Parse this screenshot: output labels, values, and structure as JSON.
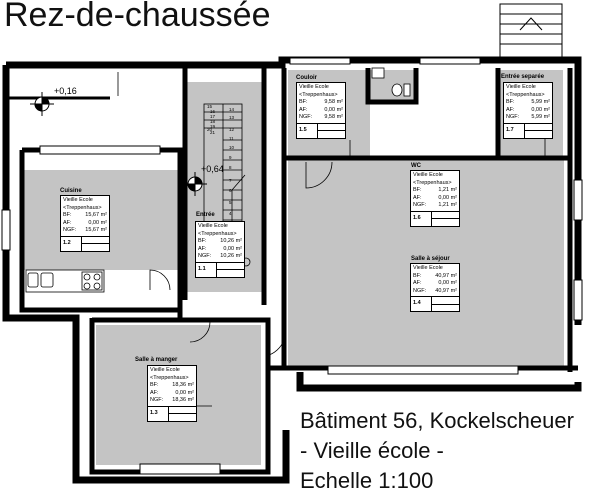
{
  "title": "Rez-de-chaussée",
  "caption": {
    "line1": "Bâtiment 56, Kockelscheuer",
    "line2": "- Vieille école -",
    "line3": "Echelle 1:100"
  },
  "levels": {
    "left": "+0,16",
    "center": "+0,64"
  },
  "stair_steps": [
    "15",
    "14",
    "13",
    "12",
    "11",
    "10",
    "9",
    "8",
    "7",
    "6",
    "5",
    "4",
    "3",
    "2",
    "1",
    "16",
    "17",
    "18",
    "19",
    "20",
    "21"
  ],
  "rooms": [
    {
      "name": "Couloir",
      "line1": "Vieille Ecole",
      "line2": "<Treppenhaus>",
      "bf": "9,58 m²",
      "af": "0,00 m²",
      "ngf": "9,58 m²",
      "id": "1.5"
    },
    {
      "name": "Entrée separée",
      "line1": "Vieille Ecole",
      "line2": "<Treppenhaus>",
      "bf": "5,99 m²",
      "af": "0,00 m²",
      "ngf": "5,99 m²",
      "id": "1.7"
    },
    {
      "name": "WC",
      "line1": "Vieille Ecole",
      "line2": "<Treppenhaus>",
      "bf": "1,21 m²",
      "af": "0,00 m²",
      "ngf": "1,21 m²",
      "id": "1.6"
    },
    {
      "name": "Cuisine",
      "line1": "Vieille Ecole",
      "line2": "<Treppenhaus>",
      "bf": "15,67 m²",
      "af": "0,00 m²",
      "ngf": "15,67 m²",
      "id": "1.2"
    },
    {
      "name": "Entrée",
      "line1": "Vieille Ecole",
      "line2": "<Treppenhaus>",
      "bf": "10,26 m²",
      "af": "0,00 m²",
      "ngf": "10,26 m²",
      "id": "1.1"
    },
    {
      "name": "Salle à séjour",
      "line1": "Vieille Ecole",
      "line2": "",
      "bf": "40,97 m²",
      "af": "0,00 m²",
      "ngf": "40,97 m²",
      "id": "1.4"
    },
    {
      "name": "Salle à manger",
      "line1": "Vieille Ecole",
      "line2": "<Treppenhaus>",
      "bf": "18,36 m²",
      "af": "0,00 m²",
      "ngf": "18,36 m²",
      "id": "1.3"
    }
  ],
  "labels": {
    "bf": "BF:",
    "af": "AF:",
    "ngf": "NGF:"
  },
  "colors": {
    "room_fill": "#c4c4c4",
    "wall": "#000000",
    "window": "#ffffff",
    "background": "#ffffff"
  }
}
